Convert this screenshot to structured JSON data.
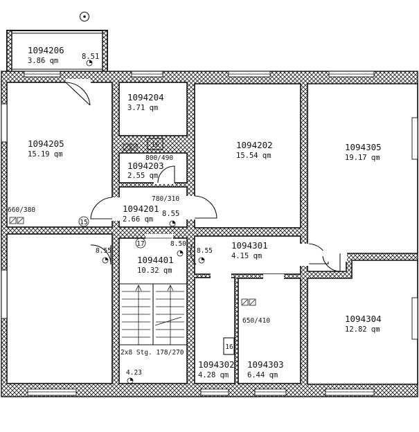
{
  "rooms": [
    {
      "id": "1094206",
      "area": "3.86 qm",
      "height": "8.51"
    },
    {
      "id": "1094205",
      "area": "15.19 qm"
    },
    {
      "id": "1094204",
      "area": "3.71 qm"
    },
    {
      "id": "1094203",
      "area": "2.55 qm"
    },
    {
      "id": "1094201",
      "area": "2.66 qm",
      "height": "8.55"
    },
    {
      "id": "1094202",
      "area": "15.54 qm"
    },
    {
      "id": "1094305",
      "area": "19.17 qm"
    },
    {
      "id": "1094401",
      "area": "10.32 qm"
    },
    {
      "id": "1094301",
      "area": "4.15 qm"
    },
    {
      "id": "1094302",
      "area": "4.28 qm"
    },
    {
      "id": "1094303",
      "area": "6.44 qm"
    },
    {
      "id": "1094304",
      "area": "12.82 qm"
    }
  ],
  "annotations": {
    "opening_left": "660/380",
    "opening_a": "800/490",
    "opening_b": "780/310",
    "opening_c": "650/410",
    "stair": "2x8 Stg. 178/270",
    "stair_level": "4.23",
    "level_left": "8.55",
    "level_mid": "8.50",
    "level_right": "8.55"
  },
  "markers": {
    "m15": "15",
    "m16": "16",
    "m17": "17",
    "m16b": "16"
  }
}
